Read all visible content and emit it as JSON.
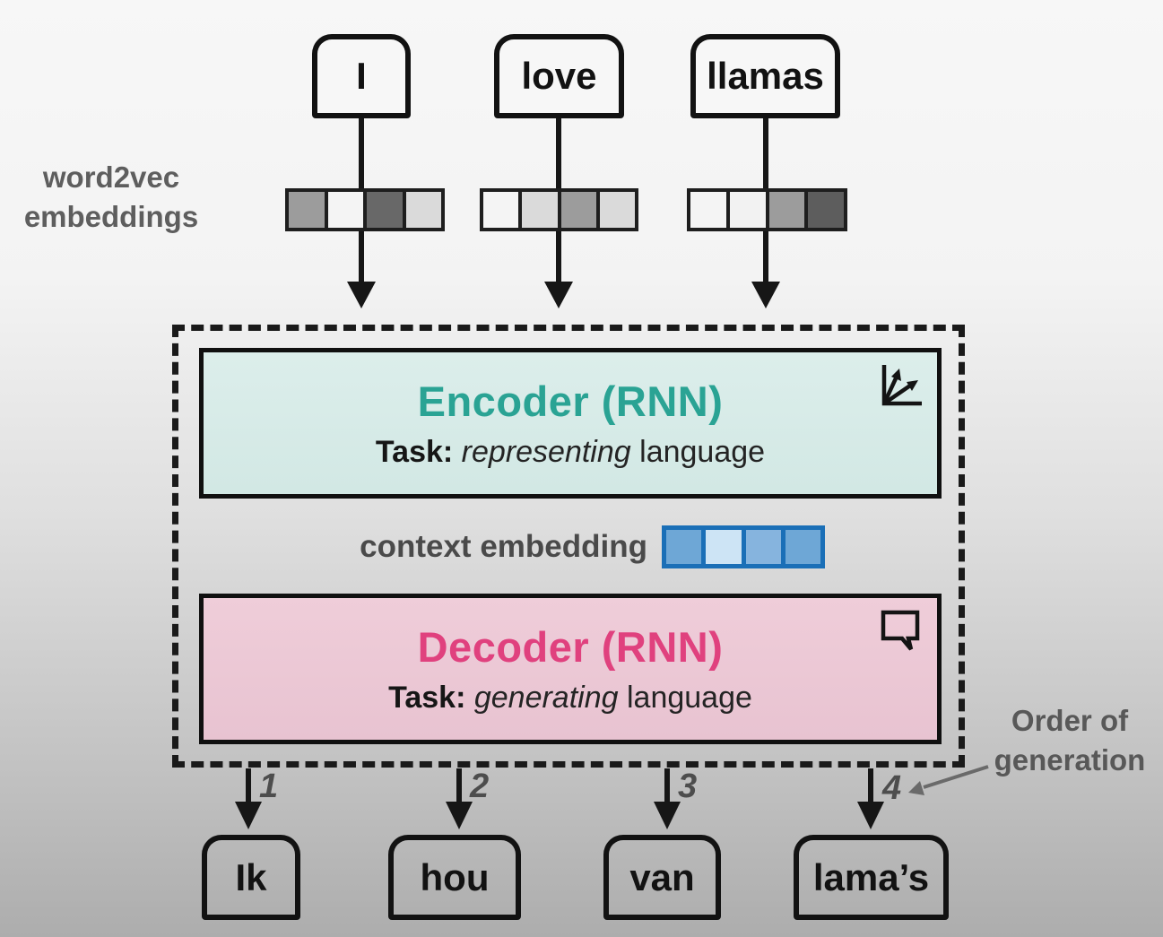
{
  "labels": {
    "word2vec_line1": "word2vec",
    "word2vec_line2": "embeddings",
    "context_embedding": "context embedding",
    "order_line1": "Order of",
    "order_line2": "generation"
  },
  "input_tokens": [
    "I",
    "love",
    "llamas"
  ],
  "word2vec_bars": [
    {
      "token": "I",
      "cells": [
        "#9c9c9c",
        "#f4f4f4",
        "#686868",
        "#dadada"
      ]
    },
    {
      "token": "love",
      "cells": [
        "#f4f4f4",
        "#dadada",
        "#9c9c9c",
        "#dadada"
      ]
    },
    {
      "token": "llamas",
      "cells": [
        "#f4f4f4",
        "#f2f2f2",
        "#9c9c9c",
        "#5d5d5d"
      ]
    }
  ],
  "encoder": {
    "title": "Encoder (RNN)",
    "task_label": "Task:",
    "task_italic": "representing",
    "task_rest": "language",
    "title_color": "#2aa394",
    "background": "#d6eae6",
    "icon": "vector-arrows-icon"
  },
  "context_bar": {
    "border_color": "#1a6fb7",
    "cells": [
      "#6ea7d6",
      "#cde4f5",
      "#86b4de",
      "#6ea7d6"
    ]
  },
  "decoder": {
    "title": "Decoder (RNN)",
    "task_label": "Task:",
    "task_italic": "generating",
    "task_rest": "language",
    "title_color": "#e0417e",
    "background": "#eac5d3",
    "icon": "speech-bubble-icon"
  },
  "outputs": [
    {
      "order": "1",
      "word": "Ik"
    },
    {
      "order": "2",
      "word": "hou"
    },
    {
      "order": "3",
      "word": "van"
    },
    {
      "order": "4",
      "word": "lama’s"
    }
  ]
}
